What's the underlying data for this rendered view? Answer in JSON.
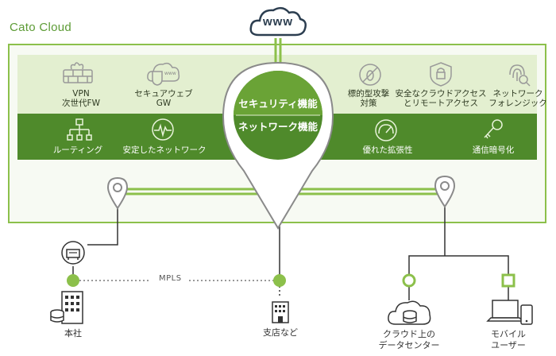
{
  "title": "Cato Cloud",
  "www": "www",
  "center": {
    "security": "セキュリティ機能",
    "network": "ネットワーク機能"
  },
  "top_features_left": [
    {
      "label": "VPN\n次世代FW",
      "icon": "firewall-icon"
    },
    {
      "label": "セキュアウェブ\nGW",
      "icon": "secure-web-gateway-icon"
    }
  ],
  "top_features_right": [
    {
      "label": "標的型攻撃\n対策",
      "icon": "threat-protection-icon"
    },
    {
      "label": "安全なクラウドアクセス\nとリモートアクセス",
      "icon": "secure-access-icon"
    },
    {
      "label": "ネットワーク\nフォレンジック",
      "icon": "forensics-fingerprint-icon"
    }
  ],
  "bottom_features_left": [
    {
      "label": "ルーティング",
      "icon": "routing-icon"
    },
    {
      "label": "安定したネットワーク",
      "icon": "stable-network-icon"
    }
  ],
  "bottom_features_right": [
    {
      "label": "優れた拡張性",
      "icon": "scalability-gauge-icon"
    },
    {
      "label": "通信暗号化",
      "icon": "encryption-key-icon"
    }
  ],
  "mpls": "MPLS",
  "nodes": {
    "hq": "本社",
    "branch": "支店など",
    "datacenter": "クラウド上の\nデータセンター",
    "mobile": "モバイル\nユーザー"
  },
  "colors": {
    "accent_green": "#8cc04b",
    "dark_green": "#4f8a2b",
    "light_green": "#e3efd0",
    "text_green": "#5c9b35"
  }
}
